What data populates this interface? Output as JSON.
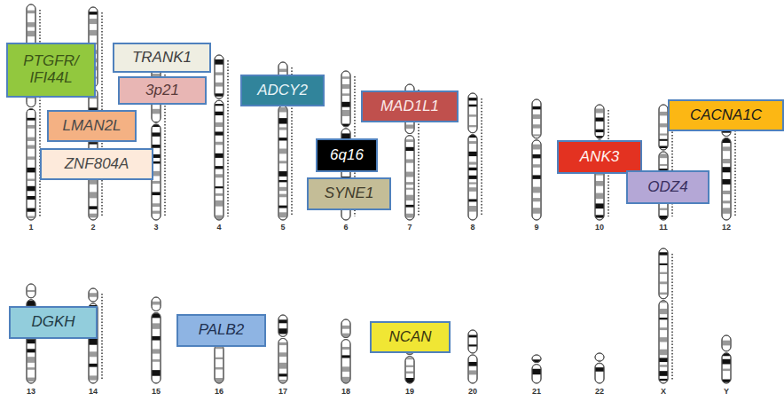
{
  "diagram": {
    "nodes": [
      {
        "text": [
          "PTGFR/ IFI44L"
        ]
      },
      {
        "text": [
          "TRANK1"
        ]
      },
      {
        "text": [
          "3p21"
        ]
      },
      {
        "text": [
          "ADCY2"
        ]
      },
      {
        "text": [
          "MAD1L1"
        ]
      },
      {
        "text": [
          "CACNA1C"
        ]
      },
      {
        "text": [
          "LMAN2L"
        ]
      },
      {
        "text": [
          "6q16"
        ]
      },
      {
        "text": [
          "ANK3"
        ]
      },
      {
        "text": [
          "ZNF804A"
        ]
      },
      {
        "text": [
          "SYNE1"
        ]
      },
      {
        "text": [
          "ODZ4"
        ]
      },
      {
        "text": [
          "DGKH"
        ]
      },
      {
        "text": [
          "PALB2"
        ]
      },
      {
        "text": [
          "NCAN"
        ]
      }
    ],
    "labels": [
      "1",
      "2",
      "3",
      "4",
      "5",
      "6",
      "7",
      "8",
      "9",
      "10",
      "11",
      "12",
      "13",
      "14",
      "15",
      "16",
      "17",
      "18",
      "19",
      "20",
      "21",
      "22",
      "X",
      "Y"
    ]
  }
}
